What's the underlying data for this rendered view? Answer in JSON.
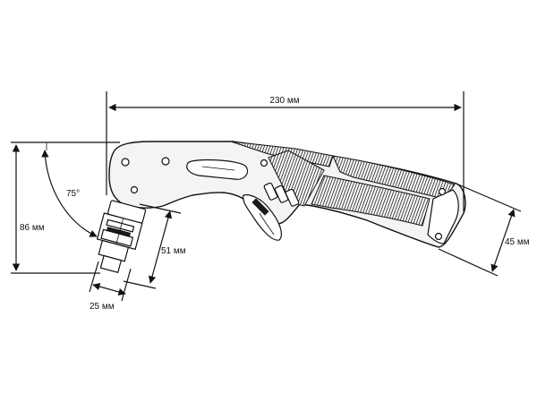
{
  "dimensions": {
    "length": "230 мм",
    "height": "86 мм",
    "angle": "75°",
    "head_length": "51 мм",
    "head_width": "25 мм",
    "handle_diameter": "45 мм"
  },
  "colors": {
    "stroke": "#111111",
    "background": "#ffffff"
  }
}
